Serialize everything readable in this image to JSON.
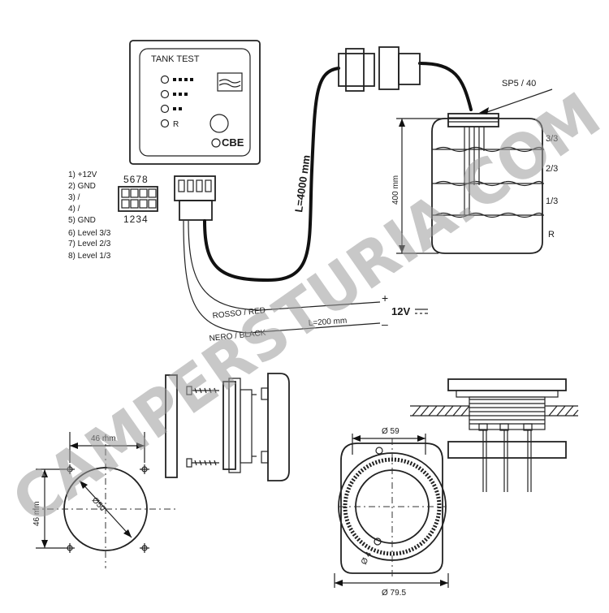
{
  "panel": {
    "title": "TANK TEST",
    "brand": "CBE",
    "led_reserve_label": "R"
  },
  "connector": {
    "top_numbers": "5678",
    "bottom_numbers": "1234"
  },
  "pinout": [
    "1) +12V",
    "2) GND",
    "3) /",
    "4) /",
    "5) GND",
    "6) Level 3/3",
    "7) Level 2/3",
    "8) Level 1/3"
  ],
  "cable": {
    "length_main": "L=4000 mm",
    "length_power": "L=200 mm",
    "red_wire": "ROSSO / RED",
    "black_wire": "NERO / BLACK",
    "supply": "12V",
    "plus": "+",
    "minus": "–"
  },
  "tank": {
    "sensor": "SP5 / 40",
    "height": "400 mm",
    "levels": [
      "3/3",
      "2/3",
      "1/3",
      "R"
    ]
  },
  "dimensions": {
    "width": "46 mm",
    "height": "46 mm",
    "hole": "Ø50",
    "flange_top": "Ø 59",
    "flange_bottom": "Ø 79.5",
    "screw": "Ø 4"
  },
  "watermark": "CAMPERSTURIA.COM"
}
